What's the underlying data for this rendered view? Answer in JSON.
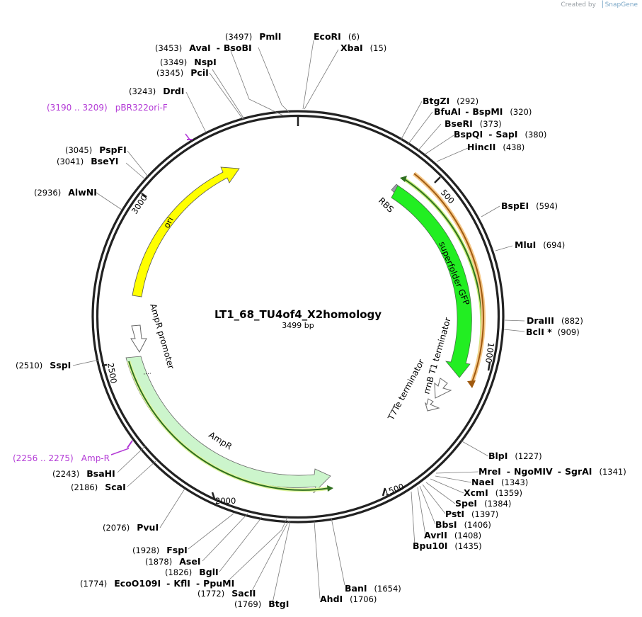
{
  "header": {
    "credit_prefix": "Created by",
    "credit_brand": "SnapGene"
  },
  "plasmid": {
    "name": "LT1_68_TU4of4_X2homology",
    "size_label": "3499 bp",
    "length": 3499
  },
  "ticks": [
    "500",
    "1000",
    "1500",
    "2000",
    "2500",
    "3000"
  ],
  "sites": [
    {
      "pos": "(3497)",
      "name": "PmlI"
    },
    {
      "pos": "(3453)",
      "name": "AvaI",
      "name2": "BsoBI"
    },
    {
      "pos": "(3349)",
      "name": "NspI"
    },
    {
      "pos": "(3345)",
      "name": "PciI"
    },
    {
      "pos": "(3243)",
      "name": "DrdI"
    },
    {
      "pos": "(3045)",
      "name": "PspFI"
    },
    {
      "pos": "(3041)",
      "name": "BseYI"
    },
    {
      "pos": "(2936)",
      "name": "AlwNI"
    },
    {
      "pos": "(2510)",
      "name": "SspI"
    },
    {
      "pos": "(2243)",
      "name": "BsaHI"
    },
    {
      "pos": "(2186)",
      "name": "ScaI"
    },
    {
      "pos": "(2076)",
      "name": "PvuI"
    },
    {
      "pos": "(1928)",
      "name": "FspI"
    },
    {
      "pos": "(1878)",
      "name": "AseI"
    },
    {
      "pos": "(1826)",
      "name": "BglI"
    },
    {
      "pos": "(1774)",
      "name": "EcoO109I",
      "name2": "KflI",
      "name3": "PpuMI"
    },
    {
      "pos": "(1772)",
      "name": "SacII"
    },
    {
      "pos": "(1769)",
      "name": "BtgI"
    },
    {
      "pos": "(6)",
      "name": "EcoRI"
    },
    {
      "pos": "(15)",
      "name": "XbaI"
    },
    {
      "pos": "(292)",
      "name": "BtgZI"
    },
    {
      "pos": "(320)",
      "name": "BfuAI",
      "name2": "BspMI"
    },
    {
      "pos": "(373)",
      "name": "BseRI"
    },
    {
      "pos": "(380)",
      "name": "BspQI",
      "name2": "SapI"
    },
    {
      "pos": "(438)",
      "name": "HincII"
    },
    {
      "pos": "(594)",
      "name": "BspEI"
    },
    {
      "pos": "(694)",
      "name": "MluI"
    },
    {
      "pos": "(882)",
      "name": "DraIII"
    },
    {
      "pos": "(909)",
      "name": "BclI *"
    },
    {
      "pos": "(1227)",
      "name": "BlpI"
    },
    {
      "pos": "(1341)",
      "name": "MreI",
      "name2": "NgoMIV",
      "name3": "SgrAI"
    },
    {
      "pos": "(1343)",
      "name": "NaeI"
    },
    {
      "pos": "(1359)",
      "name": "XcmI"
    },
    {
      "pos": "(1384)",
      "name": "SpeI"
    },
    {
      "pos": "(1397)",
      "name": "PstI"
    },
    {
      "pos": "(1406)",
      "name": "BbsI"
    },
    {
      "pos": "(1408)",
      "name": "AvrII"
    },
    {
      "pos": "(1435)",
      "name": "Bpu10I"
    },
    {
      "pos": "(1654)",
      "name": "BanI"
    },
    {
      "pos": "(1706)",
      "name": "AhdI"
    }
  ],
  "primers": [
    {
      "range": "(3190 .. 3209)",
      "name": "pBR322ori-F"
    },
    {
      "range": "(2256 .. 2275)",
      "name": "Amp-R"
    }
  ],
  "features": {
    "ori": "ori",
    "ampr_promoter": "AmpR promoter",
    "ampr": "AmpR",
    "rbs": "RBS",
    "gfp": "superfolder GFP",
    "rrnb": "rrnB T1 terminator",
    "t7te": "T7Te terminator"
  },
  "colors": {
    "backbone": "#222222",
    "ori": "#ffff00",
    "ampr": "#ccf5cc",
    "gfp": "#22ee22",
    "rbs": "#9a9aaa",
    "orange_strand": "#e8a54a",
    "green_strand": "#2f8f2f",
    "primer": "#b33ad6"
  }
}
